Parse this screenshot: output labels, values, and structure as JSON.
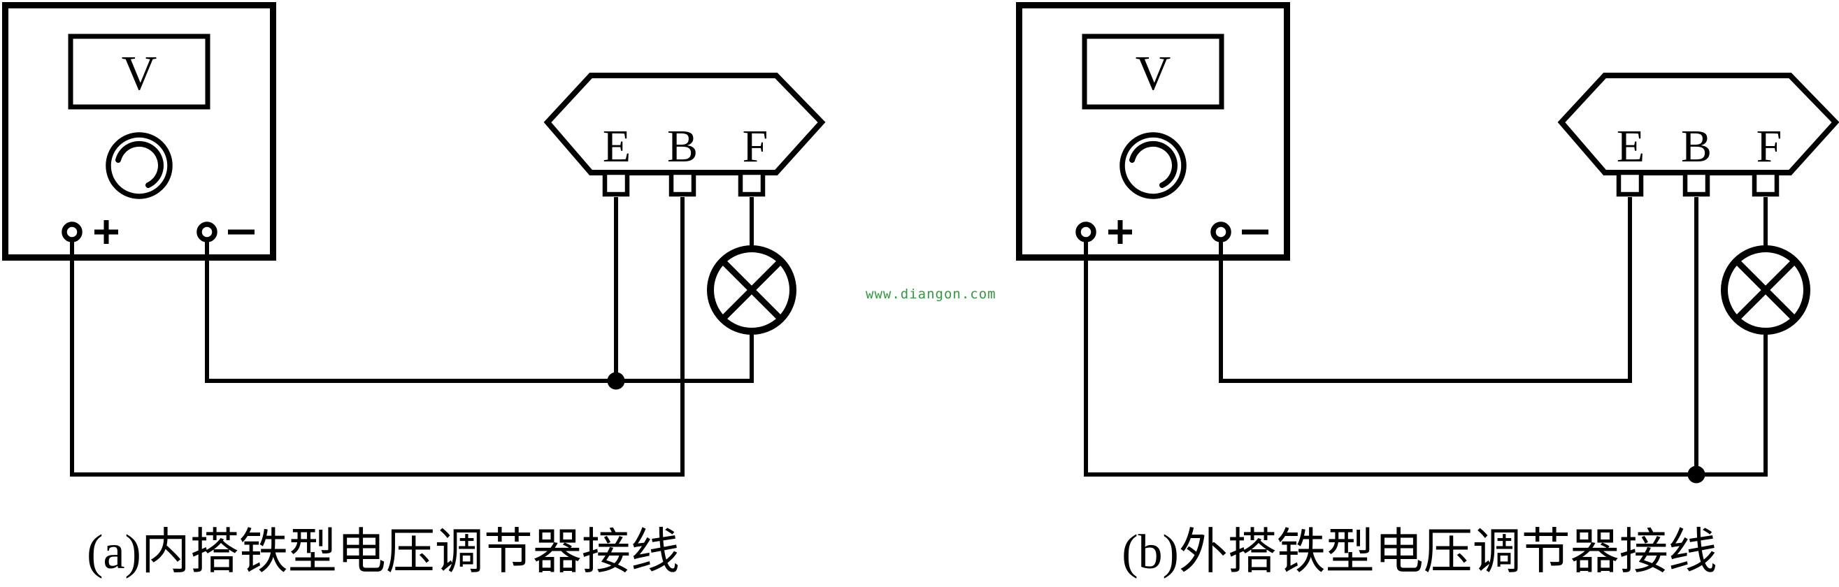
{
  "figure": {
    "background": "#ffffff",
    "line_color": "#000000",
    "watermark": {
      "text": "www.diangon.com",
      "color": "#2e9b3d"
    },
    "diagrams": [
      {
        "id": "a",
        "caption": "(a)内搭铁型电压调节器接线",
        "voltmeter": {
          "meter_label": "V",
          "positive_label": "+",
          "negative_label": "−"
        },
        "regulator": {
          "terminals": [
            "E",
            "B",
            "F"
          ]
        },
        "lamp": "test-lamp",
        "junction": "dot on E-terminal wire at negative rail"
      },
      {
        "id": "b",
        "caption": "(b)外搭铁型电压调节器接线",
        "voltmeter": {
          "meter_label": "V",
          "positive_label": "+",
          "negative_label": "−"
        },
        "regulator": {
          "terminals": [
            "E",
            "B",
            "F"
          ]
        },
        "lamp": "test-lamp",
        "junction": "dot on B-terminal wire at positive rail"
      }
    ]
  }
}
